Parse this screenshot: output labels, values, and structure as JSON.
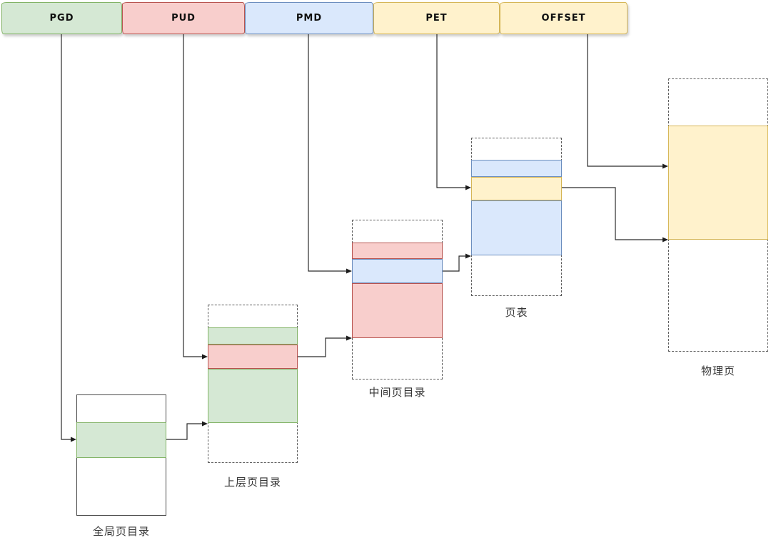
{
  "bar": {
    "segments": [
      {
        "id": "pgd",
        "label": "PGD",
        "color": "green"
      },
      {
        "id": "pud",
        "label": "PUD",
        "color": "red"
      },
      {
        "id": "pmd",
        "label": "PMD",
        "color": "blue"
      },
      {
        "id": "pet",
        "label": "PET",
        "color": "yellow"
      },
      {
        "id": "offset",
        "label": "OFFSET",
        "color": "yellow"
      }
    ]
  },
  "boxes": [
    {
      "id": "global-page-directory",
      "label": "全局页目录"
    },
    {
      "id": "upper-page-directory",
      "label": "上层页目录"
    },
    {
      "id": "middle-page-directory",
      "label": "中间页目录"
    },
    {
      "id": "page-table",
      "label": "页表"
    },
    {
      "id": "physical-page",
      "label": "物理页"
    }
  ],
  "palette": {
    "green": {
      "fill": "#d5e8d4",
      "stroke": "#82b366"
    },
    "red": {
      "fill": "#f8cecc",
      "stroke": "#b85450"
    },
    "blue": {
      "fill": "#dae8fc",
      "stroke": "#6c8ebf"
    },
    "yellow": {
      "fill": "#fff2cc",
      "stroke": "#d6b656"
    },
    "connector": "#2b2b2b",
    "solid_box_border": "#4a4a4a",
    "dashed_box_border": "#5d5d5d"
  }
}
